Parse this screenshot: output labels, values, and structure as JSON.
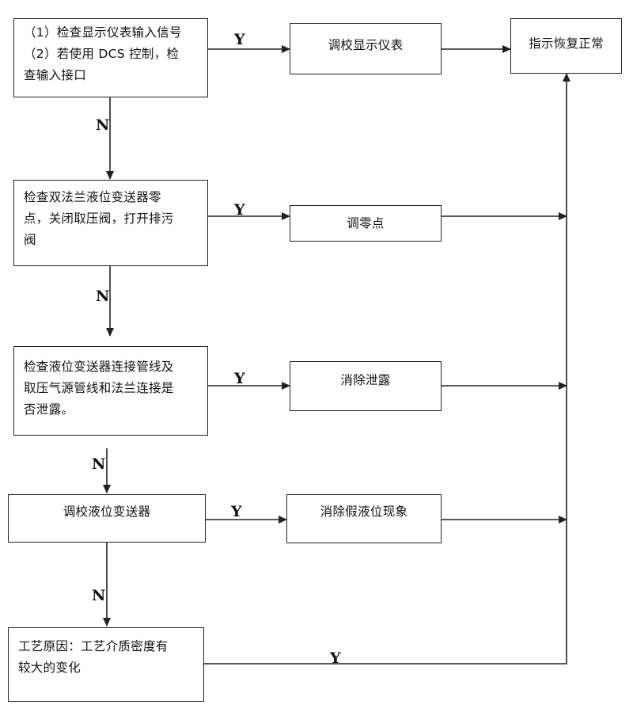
{
  "nodes": {
    "check_display": {
      "lines": [
        "（1）检查显示仪表输入信号",
        "（2）若使用 DCS 控制，检",
        "查输入接口"
      ]
    },
    "calibrate_display": {
      "label": "调校显示仪表"
    },
    "indication_normal": {
      "label": "指示恢复正常"
    },
    "check_zero": {
      "lines": [
        "检查双法兰液位变送器零",
        "点，关闭取压阀，打开排污",
        "阀"
      ]
    },
    "adjust_zero": {
      "label": "调零点"
    },
    "check_leak": {
      "lines": [
        "检查液位变送器连接管线及",
        "取压气源管线和法兰连接是",
        "否泄露。"
      ]
    },
    "eliminate_leak": {
      "label": "消除泄露"
    },
    "calibrate_transmitter": {
      "label": "调校液位变送器"
    },
    "eliminate_false_level": {
      "label": "消除假液位现象"
    },
    "process_cause": {
      "lines": [
        "工艺原因：工艺介质密度有",
        "较大的变化"
      ]
    }
  },
  "edge_labels": {
    "yes": "Y",
    "no": "N"
  }
}
